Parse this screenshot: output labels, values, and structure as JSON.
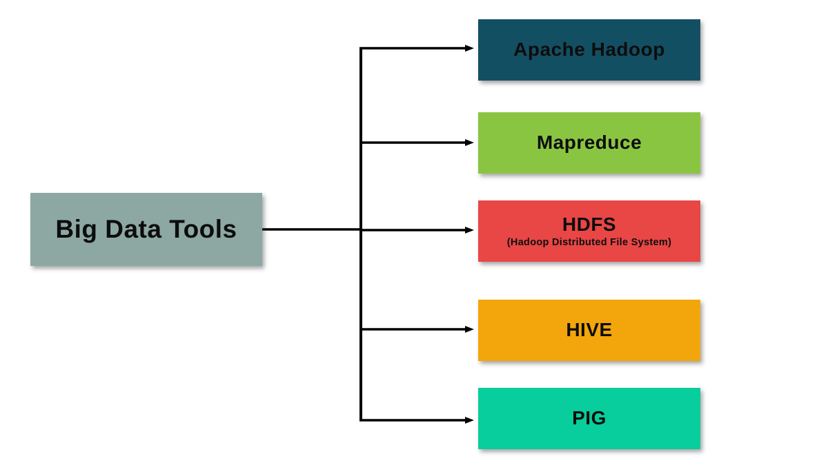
{
  "diagram": {
    "root": {
      "label": "Big Data Tools",
      "color": "#8DA8A2"
    },
    "nodes": [
      {
        "label": "Apache Hadoop",
        "color": "#134F63"
      },
      {
        "label": "Mapreduce",
        "color": "#8AC541"
      },
      {
        "label": "HDFS",
        "sublabel": "(Hadoop Distributed File System)",
        "color": "#E94646"
      },
      {
        "label": "HIVE",
        "color": "#F3A60B"
      },
      {
        "label": "PIG",
        "color": "#07CE9C"
      }
    ],
    "connector_color": "#000000",
    "text_color": "#0D0D0D",
    "background_color": "#FFFFFF"
  }
}
